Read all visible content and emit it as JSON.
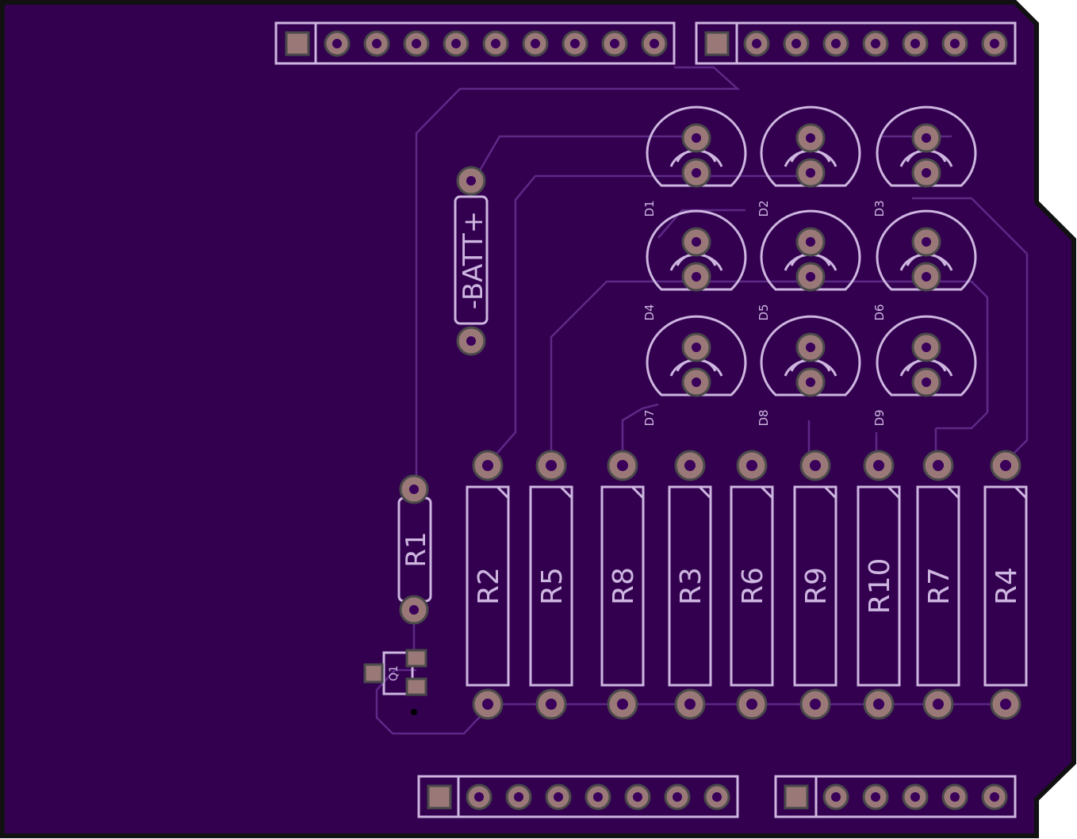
{
  "colors": {
    "board": "#33004f",
    "outline": "#111111",
    "silkscreen": "#cdb6e0",
    "trace": "#5c2a86",
    "pad": "#9a7878",
    "pad_ring": "#4a4a4a"
  },
  "components": {
    "battery": {
      "label": "-BATT+"
    },
    "transistor": {
      "label": "Q1"
    },
    "r1": {
      "label": "R1"
    },
    "resistor_row": [
      {
        "label": "R2"
      },
      {
        "label": "R5"
      },
      {
        "label": "R8"
      },
      {
        "label": "R3"
      },
      {
        "label": "R6"
      },
      {
        "label": "R9"
      },
      {
        "label": "R10"
      },
      {
        "label": "R7"
      },
      {
        "label": "R4"
      }
    ],
    "leds": [
      {
        "label": "D1"
      },
      {
        "label": "D2"
      },
      {
        "label": "D3"
      },
      {
        "label": "D4"
      },
      {
        "label": "D5"
      },
      {
        "label": "D6"
      },
      {
        "label": "D7"
      },
      {
        "label": "D8"
      },
      {
        "label": "D9"
      }
    ]
  },
  "headers": {
    "top_left_pins": 10,
    "top_right_pins": 8,
    "bottom_left_pins": 8,
    "bottom_right_pins": 6
  }
}
